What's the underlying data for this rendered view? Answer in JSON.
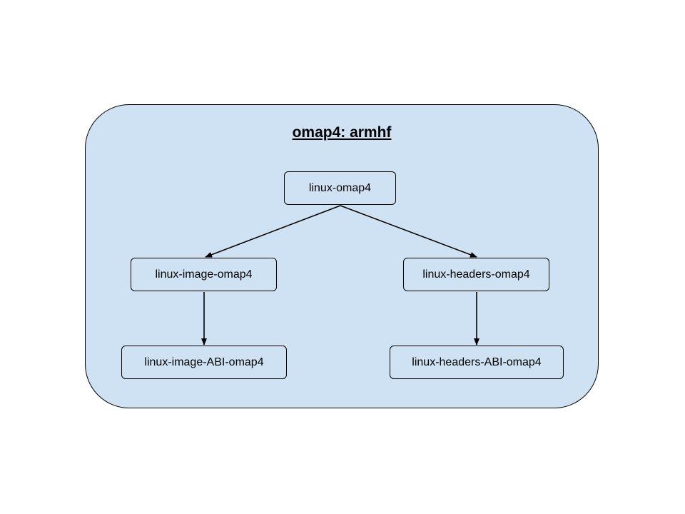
{
  "diagram": {
    "title": "omap4: armhf",
    "background_color": "#cfe2f3",
    "nodes": {
      "root": "linux-omap4",
      "image": "linux-image-omap4",
      "headers": "linux-headers-omap4",
      "image_abi": "linux-image-ABI-omap4",
      "headers_abi": "linux-headers-ABI-omap4"
    },
    "edges": [
      {
        "from": "linux-omap4",
        "to": "linux-image-omap4"
      },
      {
        "from": "linux-omap4",
        "to": "linux-headers-omap4"
      },
      {
        "from": "linux-image-omap4",
        "to": "linux-image-ABI-omap4"
      },
      {
        "from": "linux-headers-omap4",
        "to": "linux-headers-ABI-omap4"
      }
    ]
  }
}
